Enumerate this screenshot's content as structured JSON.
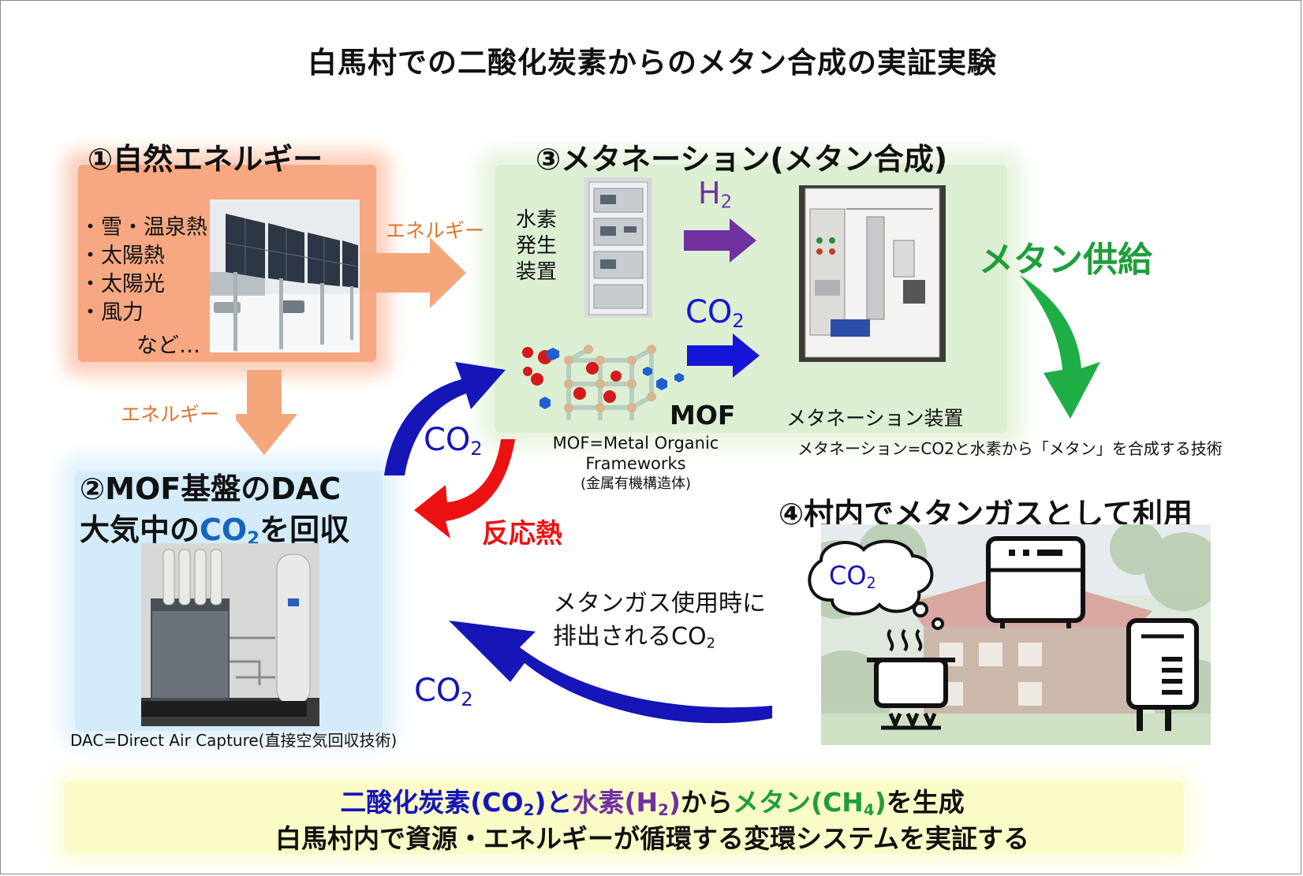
{
  "title": "白馬村での二酸化炭素からのメタン合成の実証実験",
  "sections": {
    "energy": "①自然エネルギー",
    "dac_line1": "②MOF基盤のDAC",
    "dac_line2_a": "大気中の",
    "dac_line2_b": "CO",
    "dac_line2_c": "2",
    "dac_line2_d": "を回収",
    "methanation": "③メタネーション(メタン合成)",
    "usage": "④村内でメタンガスとして利用"
  },
  "energy_sources": [
    "・雪・温泉熱",
    "・太陽熱",
    "・太陽光",
    "・風力",
    "など…"
  ],
  "labels": {
    "energy_right": "エネルギー",
    "energy_down": "エネルギー",
    "h2_main": "H",
    "h2_sub": "2",
    "co2_main": "CO",
    "co2_sub": "2",
    "hydrogen_device": [
      "水素",
      "発生",
      "装置"
    ],
    "mof": "MOF",
    "mof_def_1": "MOF=Metal Organic",
    "mof_def_2": "Frameworks",
    "mof_def_3": "(金属有機構造体)",
    "methanation_device": "メタネーション装置",
    "methanation_def": "メタネーション=CO2と水素から「メタン」を合成する技術",
    "methane_supply": "メタン供給",
    "reaction_heat": "反応熱",
    "emitted_1": "メタンガス使用時に",
    "emitted_2": "排出されるCO",
    "emitted_2_sub": "2",
    "dac_def": "DAC=Direct Air Capture(直接空気回収技術)"
  },
  "footer": {
    "l1_a": "二酸化炭素(CO",
    "l1_a_sub": "2",
    "l1_b": ")と",
    "l1_c": "水素(H",
    "l1_c_sub": "2",
    "l1_d": ")",
    "l1_e": "から",
    "l1_f": "メタン(CH",
    "l1_f_sub": "4",
    "l1_g": ")",
    "l1_h": "を生成",
    "line2": "白馬村内で資源・エネルギーが循環する変環システムを実証する"
  },
  "colors": {
    "co2_blue": "#1515b8",
    "h2_purple": "#7030a0",
    "methane_green": "#1e9e3a",
    "heat_red": "#ee1111",
    "energy_orange": "#f5a77c",
    "energy_text": "#e0742e"
  }
}
